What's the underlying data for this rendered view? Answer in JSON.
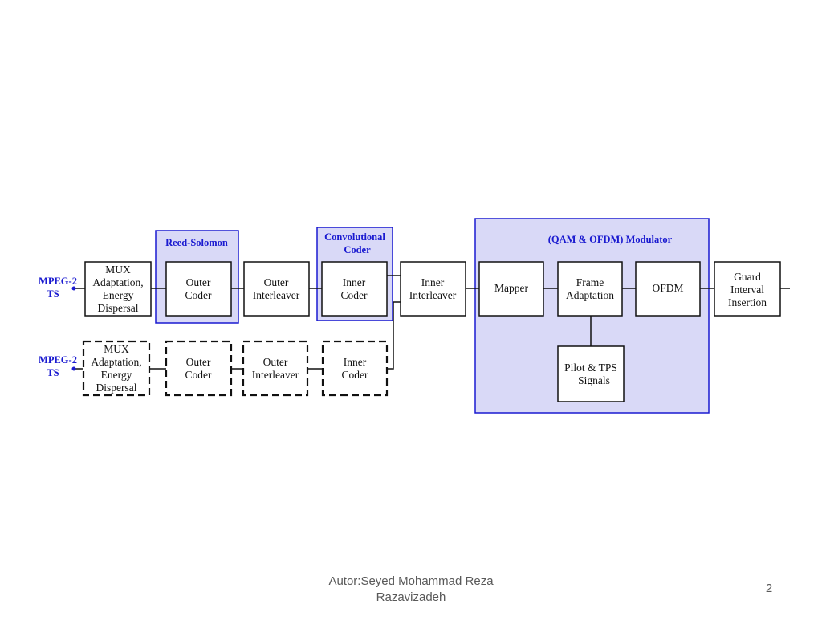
{
  "diagram": {
    "inputs": {
      "main": {
        "line1": "MPEG-2",
        "line2": "TS"
      },
      "alt": {
        "line1": "MPEG-2",
        "line2": "TS"
      }
    },
    "groups": {
      "reed_solomon": "Reed-Solomon",
      "convolutional": {
        "line1": "Convolutional",
        "line2": "Coder"
      },
      "modulator": "(QAM & OFDM) Modulator"
    },
    "blocks": {
      "mux": [
        "MUX",
        "Adaptation,",
        "Energy",
        "Dispersal"
      ],
      "outer_coder": [
        "Outer",
        "Coder"
      ],
      "outer_interleaver": [
        "Outer",
        "Interleaver"
      ],
      "inner_coder": [
        "Inner",
        "Coder"
      ],
      "inner_interleaver": [
        "Inner",
        "Interleaver"
      ],
      "mapper": [
        "Mapper"
      ],
      "frame_adaptation": [
        "Frame",
        "Adaptation"
      ],
      "ofdm": [
        "OFDM"
      ],
      "guard_interval": [
        "Guard",
        "Interval",
        "Insertion"
      ],
      "pilot_tps": [
        "Pilot & TPS",
        "Signals"
      ],
      "mux_alt": [
        "MUX",
        "Adaptation,",
        "Energy",
        "Dispersal"
      ],
      "outer_coder_alt": [
        "Outer",
        "Coder"
      ],
      "outer_interleaver_alt": [
        "Outer",
        "Interleaver"
      ],
      "inner_coder_alt": [
        "Inner",
        "Coder"
      ]
    },
    "colors": {
      "group_fill": "#d9d9f7",
      "group_border": "#1a1ad0",
      "label_blue": "#1a1ad0"
    }
  },
  "footer": {
    "author_line1": "Autor:Seyed Mohammad Reza",
    "author_line2": "Razavizadeh",
    "page_number": "2"
  }
}
